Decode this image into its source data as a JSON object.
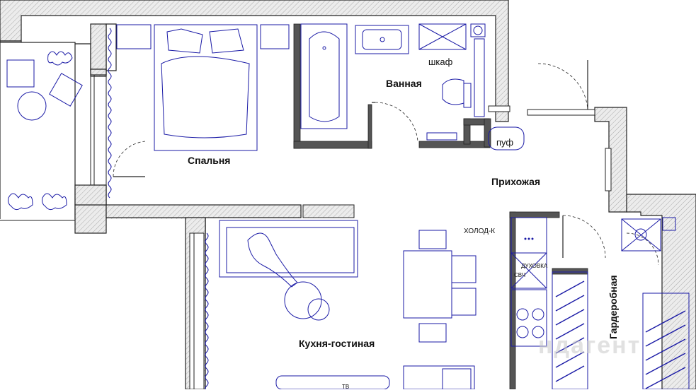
{
  "rooms": {
    "bedroom": "Спальня",
    "bathroom": "Ванная",
    "hallway": "Прихожая",
    "kitchen_living": "Кухня-гостиная",
    "wardrobe": "Гардеробная"
  },
  "fixtures": {
    "cabinet": "шкаф",
    "pouf": "пуф",
    "fridge": "ХОЛОД-К",
    "oven_line1": "ДУХОВКА",
    "oven_line2": "СВЧ",
    "tv": "ТВ"
  },
  "watermark": "ндагент",
  "colors": {
    "wall_fill": "#d8d8d8",
    "wall_stroke": "#222222",
    "furniture": "#1a1aa6",
    "wall_dark": "#555555"
  }
}
